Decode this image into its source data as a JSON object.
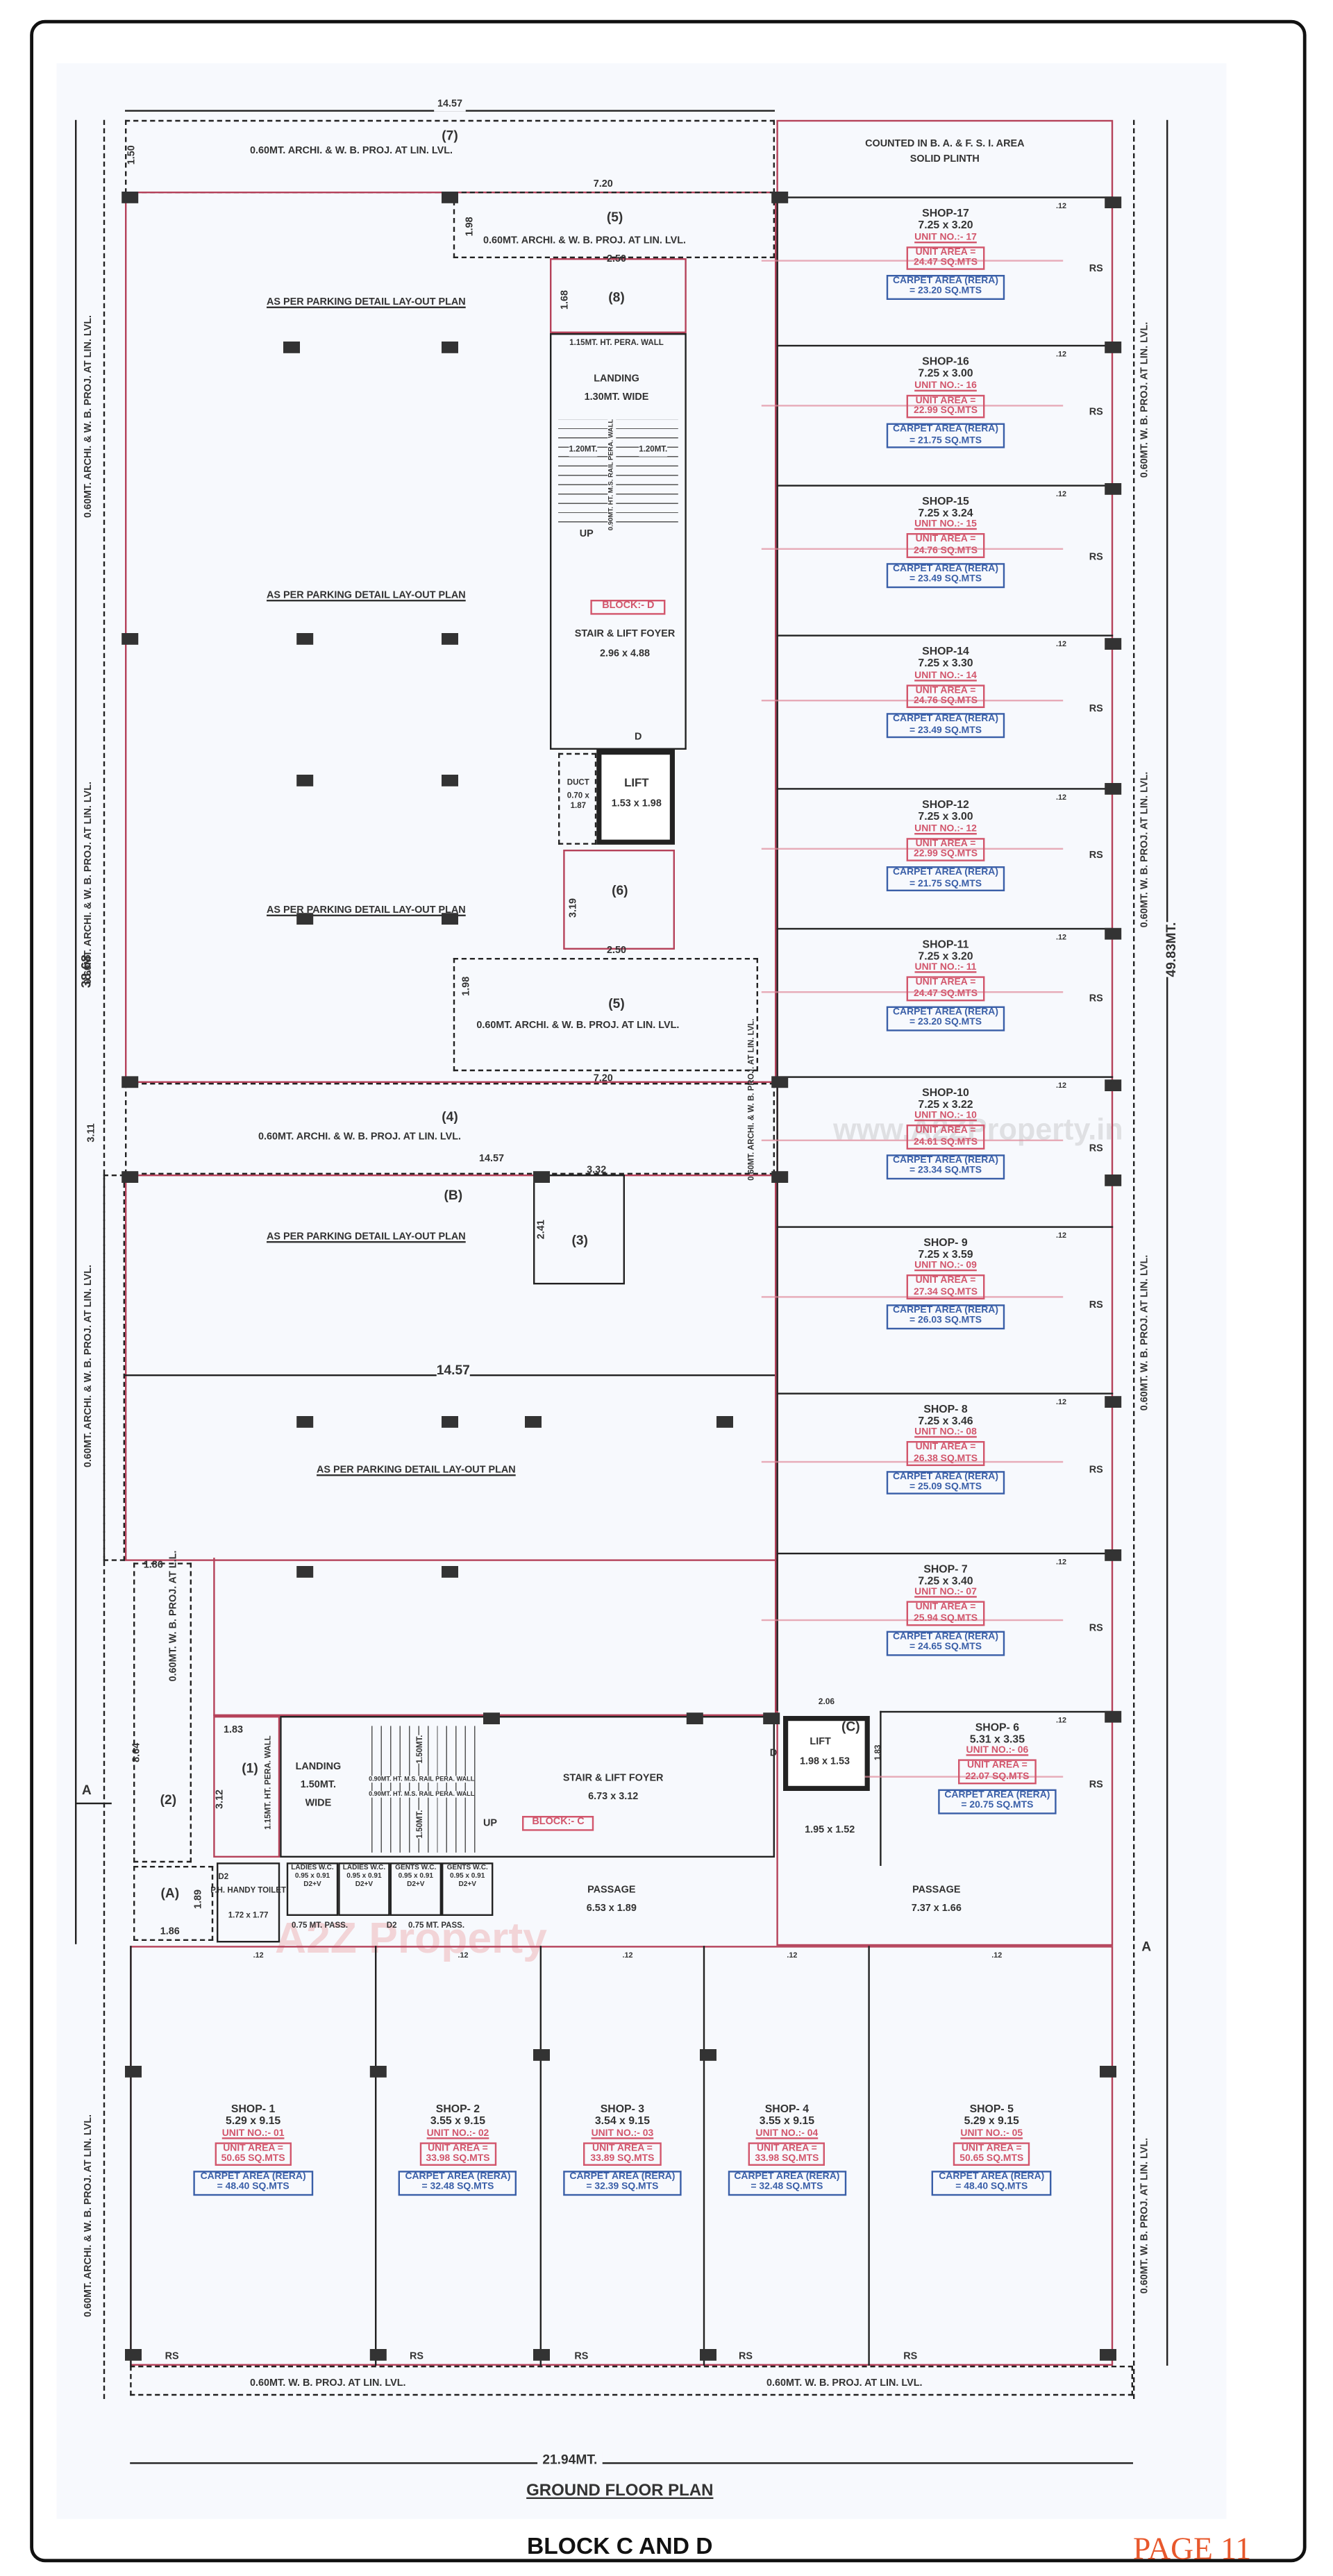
{
  "title": "GROUND FLOOR PLAN",
  "subtitle": "BLOCK C AND D",
  "page_label": "PAGE 11",
  "watermarks": {
    "url": "www.A2ZProperty.in",
    "brand": "A2Z Property"
  },
  "colors": {
    "wall_outline": "#b5425a",
    "unit_text": "#d2566c",
    "carpet_text": "#3a5fa8",
    "page_label": "#e8582c"
  },
  "dimensions": {
    "overall_width": "21.94MT.",
    "overall_length": "49.83MT.",
    "block_d_length": "38.68",
    "top_width": "14.57",
    "mid_width": "14.57",
    "parking_width": "14.57",
    "top_proj_left": "1.50",
    "strip_height": "3.11",
    "p5_width": "7.20",
    "p5_height": "1.98",
    "p8_width": "2.50",
    "p8_height": "1.68",
    "p6_height": "3.19",
    "p6_width": "2.50",
    "p5b_height": "1.98",
    "p5b_width": "7.20",
    "p3_width": "3.32",
    "p3_height": "2.41",
    "c_top_width": "1.86",
    "c_height": "8.64",
    "p1_width": "1.83",
    "p1_height": "3.12",
    "pa_height": "1.89",
    "pa_width": "1.86",
    "liftc_width": "2.06",
    "liftc_height": "1.83",
    "edge": ".12"
  },
  "projections": {
    "archi": "0.60MT. ARCHI. & W. B. PROJ. AT LIN. LVL.",
    "wb_ll": "0.60MT. W. B. PROJ. AT L.L.",
    "wb": "0.60MT. W. B. PROJ. AT LIN. LVL."
  },
  "markers": {
    "p7": "(7)",
    "p5": "(5)",
    "p8": "(8)",
    "p6": "(6)",
    "p4": "(4)",
    "p3": "(3)",
    "pb": "(B)",
    "p1": "(1)",
    "p2": "(2)",
    "pa": "(A)",
    "pc": "(C)",
    "section": "A"
  },
  "parking_note": "AS PER PARKING DETAIL LAY-OUT PLAN",
  "counted_note": [
    "COUNTED IN B. A. & F. S. I. AREA",
    "SOLID PLINTH"
  ],
  "block_d": {
    "label": "BLOCK:- D",
    "pera_wall": "1.15MT. HT. PERA. WALL",
    "landing": "LANDING",
    "landing_width": "1.30MT. WIDE",
    "flight_width": "1.20MT.",
    "rail": "0.90MT. HT. M.S. RAIL PERA. WALL",
    "up": "UP",
    "foyer": "STAIR & LIFT FOYER",
    "foyer_size": "2.96 x 4.88",
    "door": "D",
    "duct": "DUCT",
    "duct_size": "0.70 x 1.87",
    "lift": "LIFT",
    "lift_size": "1.53 x 1.98"
  },
  "block_c": {
    "label": "BLOCK:- C",
    "pera_wall": "1.15MT. HT. PERA. WALL",
    "landing": "LANDING",
    "landing_width": "1.50MT.",
    "landing_wide": "WIDE",
    "rail": "0.90MT. HT. M.S. RAIL PERA. WALL",
    "flight_width": "1.50MT.",
    "up": "UP",
    "foyer": "STAIR & LIFT FOYER",
    "foyer_size": "6.73 x 3.12",
    "handy_toilet": "P.H. HANDY TOILET",
    "handy_size": "1.72 x 1.77",
    "door_d2": "D2",
    "toilets": [
      {
        "name": "LADIES W.C.",
        "size": "0.95 x 0.91",
        "door": "D2+V"
      },
      {
        "name": "LADIES W.C.",
        "size": "0.95 x 0.91",
        "door": "D2+V"
      },
      {
        "name": "GENTS W.C.",
        "size": "0.95 x 0.91",
        "door": "D2+V"
      },
      {
        "name": "GENTS W.C.",
        "size": "0.95 x 0.91",
        "door": "D2+V"
      }
    ],
    "pass": "0.75 MT. PASS.",
    "passage": "PASSAGE",
    "passage_size": "6.53 x 1.89",
    "lift": "LIFT",
    "lift_size": "1.98 x 1.53",
    "lift_door": "D",
    "lobby_size": "1.95 x 1.52",
    "passage2": "PASSAGE",
    "passage2_size": "7.37 x 1.66"
  },
  "rs_label": "RS",
  "right_shops": [
    {
      "name": "SHOP-17",
      "size": "7.25 x 3.20",
      "depth": 3.2,
      "unit_no": "UNIT NO.:- 17",
      "unit_area": "24.47 SQ.MTS",
      "carpet_area": "= 23.20 SQ.MTS"
    },
    {
      "name": "SHOP-16",
      "size": "7.25 x 3.00",
      "depth": 3.0,
      "unit_no": "UNIT NO.:- 16",
      "unit_area": "22.99 SQ.MTS",
      "carpet_area": "= 21.75 SQ.MTS"
    },
    {
      "name": "SHOP-15",
      "size": "7.25 x 3.24",
      "depth": 3.24,
      "unit_no": "UNIT NO.:- 15",
      "unit_area": "24.76 SQ.MTS",
      "carpet_area": "= 23.49 SQ.MTS"
    },
    {
      "name": "SHOP-14",
      "size": "7.25 x 3.30",
      "depth": 3.3,
      "unit_no": "UNIT NO.:- 14",
      "unit_area": "24.76 SQ.MTS",
      "carpet_area": "= 23.49 SQ.MTS"
    },
    {
      "name": "SHOP-12",
      "size": "7.25 x 3.00",
      "depth": 3.0,
      "unit_no": "UNIT NO.:- 12",
      "unit_area": "22.99 SQ.MTS",
      "carpet_area": "= 21.75 SQ.MTS"
    },
    {
      "name": "SHOP-11",
      "size": "7.25 x 3.20",
      "depth": 3.2,
      "unit_no": "UNIT NO.:- 11",
      "unit_area": "24.47 SQ.MTS",
      "carpet_area": "= 23.20 SQ.MTS"
    },
    {
      "name": "SHOP-10",
      "size": "7.25 x 3.22",
      "depth": 3.22,
      "unit_no": "UNIT NO.:- 10",
      "unit_area": "24.61 SQ.MTS",
      "carpet_area": "= 23.34 SQ.MTS"
    },
    {
      "name": "SHOP- 9",
      "size": "7.25 x 3.59",
      "depth": 3.59,
      "unit_no": "UNIT NO.:- 09",
      "unit_area": "27.34 SQ.MTS",
      "carpet_area": "= 26.03 SQ.MTS"
    },
    {
      "name": "SHOP- 8",
      "size": "7.25 x 3.46",
      "depth": 3.46,
      "unit_no": "UNIT NO.:- 08",
      "unit_area": "26.38 SQ.MTS",
      "carpet_area": "= 25.09 SQ.MTS"
    },
    {
      "name": "SHOP- 7",
      "size": "7.25 x 3.40",
      "depth": 3.4,
      "unit_no": "UNIT NO.:- 07",
      "unit_area": "25.94 SQ.MTS",
      "carpet_area": "= 24.65 SQ.MTS"
    },
    {
      "name": "SHOP- 6",
      "size": "5.31 x 3.35",
      "depth": 3.35,
      "unit_no": "UNIT NO.:- 06",
      "unit_area": "22.07 SQ.MTS",
      "carpet_area": "= 20.75 SQ.MTS"
    }
  ],
  "bottom_shops": [
    {
      "name": "SHOP- 1",
      "size": "5.29 x 9.15",
      "width": 5.29,
      "unit_no": "UNIT NO.:- 01",
      "unit_area": "50.65 SQ.MTS",
      "carpet_area": "= 48.40 SQ.MTS"
    },
    {
      "name": "SHOP- 2",
      "size": "3.55 x 9.15",
      "width": 3.55,
      "unit_no": "UNIT NO.:- 02",
      "unit_area": "33.98 SQ.MTS",
      "carpet_area": "= 32.48 SQ.MTS"
    },
    {
      "name": "SHOP- 3",
      "size": "3.54 x 9.15",
      "width": 3.54,
      "unit_no": "UNIT NO.:- 03",
      "unit_area": "33.89 SQ.MTS",
      "carpet_area": "= 32.39 SQ.MTS"
    },
    {
      "name": "SHOP- 4",
      "size": "3.55 x 9.15",
      "width": 3.55,
      "unit_no": "UNIT NO.:- 04",
      "unit_area": "33.98 SQ.MTS",
      "carpet_area": "= 32.48 SQ.MTS"
    },
    {
      "name": "SHOP- 5",
      "size": "5.29 x 9.15",
      "width": 5.29,
      "unit_no": "UNIT NO.:- 05",
      "unit_area": "50.65 SQ.MTS",
      "carpet_area": "= 48.40 SQ.MTS"
    }
  ],
  "unit_area_label": "UNIT AREA =",
  "carpet_label": "CARPET AREA (RERA)"
}
